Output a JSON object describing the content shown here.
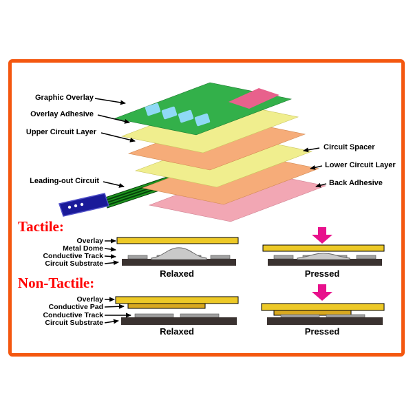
{
  "colors": {
    "frame_orange": "#F4570F",
    "layer_green": "#33B04A",
    "layer_yellow": "#F0EE8E",
    "layer_salmon": "#F6AC79",
    "layer_pink": "#F2A7B4",
    "window_pink": "#E8618C",
    "key_cyan": "#8FD9F5",
    "cable_green": "#1F941F",
    "connector_blue": "#1A1A99",
    "overlay_gold": "#EDC927",
    "pad_gold": "#D8A81F",
    "dome_gray": "#C9C9C9",
    "track_gray": "#A0A0A0",
    "substrate_dark": "#3A3230",
    "press_arrow_magenta": "#E8118C",
    "heading_red": "#FF0000"
  },
  "exploded": {
    "left_labels": [
      "Graphic Overlay",
      "Overlay Adhesive",
      "Upper Circuit Layer",
      "Leading-out Circuit"
    ],
    "right_labels": [
      "Circuit Spacer",
      "Lower Circuit Layer",
      "Back Adhesive"
    ]
  },
  "tactile": {
    "heading": "Tactile:",
    "labels": [
      "Overlay",
      "Metal Dome",
      "Conductive Track",
      "Circuit Substrate"
    ],
    "relaxed_label": "Relaxed",
    "pressed_label": "Pressed"
  },
  "non_tactile": {
    "heading": "Non-Tactile:",
    "labels": [
      "Overlay",
      "Conductive Pad",
      "Conductive Track",
      "Circuit Substrate"
    ],
    "relaxed_label": "Relaxed",
    "pressed_label": "Pressed"
  }
}
